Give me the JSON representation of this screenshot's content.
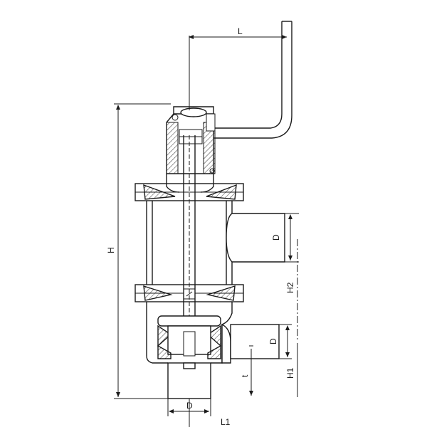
{
  "drawing": {
    "labels": {
      "L": "L",
      "H": "H",
      "D_top": "D",
      "D_mid": "D",
      "D_bottom": "D",
      "H2": "H2",
      "H1": "H1",
      "t": "t",
      "L1": "L1"
    }
  }
}
